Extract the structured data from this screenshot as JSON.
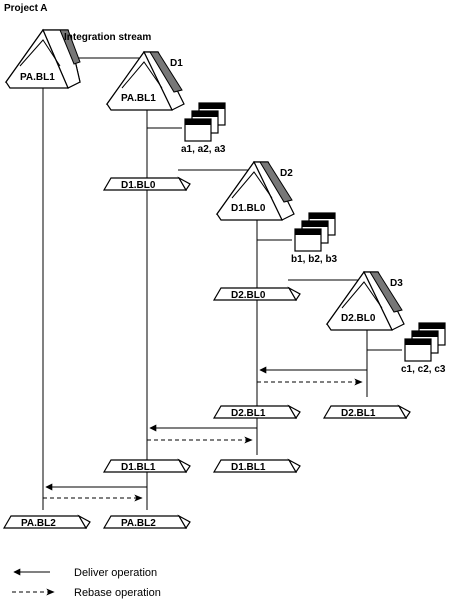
{
  "project_title": "Project A",
  "integration_stream_label": "Integration stream",
  "streams": {
    "d1": "D1",
    "d2": "D2",
    "d3": "D3"
  },
  "baselines": {
    "pa_bl1_top": "PA.BL1",
    "d1_stream_pa_bl1": "PA.BL1",
    "d1_bl0": "D1.BL0",
    "d2_stream_d1_bl0": "D1.BL0",
    "d2_bl0": "D2.BL0",
    "d3_stream_d2_bl0": "D2.BL0",
    "d2_bl1_d2col": "D2.BL1",
    "d2_bl1_d3col": "D2.BL1",
    "d1_bl1_d1col": "D1.BL1",
    "d1_bl1_d2col": "D1.BL1",
    "pa_bl2_left": "PA.BL2",
    "pa_bl2_d1col": "PA.BL2"
  },
  "activities": {
    "d1": "a1, a2, a3",
    "d2": "b1, b2, b3",
    "d3": "c1, c2, c3"
  },
  "legend": {
    "deliver": "Deliver operation",
    "rebase": "Rebase operation"
  }
}
